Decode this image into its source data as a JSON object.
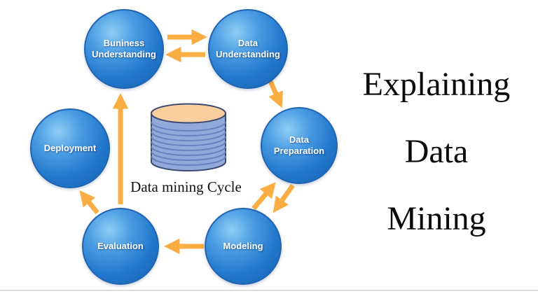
{
  "title_panel": {
    "lines": [
      "Explaining",
      "Data",
      "Mining"
    ],
    "full_text": "Explaining Data Mining"
  },
  "diagram": {
    "caption": "Data mining Cycle",
    "center_icon": "database-cylinder-icon",
    "nodes": [
      {
        "id": "business-understanding",
        "label": "Buniness Understanding"
      },
      {
        "id": "data-understanding",
        "label": "Data Understanding"
      },
      {
        "id": "data-preparation",
        "label": "Data Preparation"
      },
      {
        "id": "modeling",
        "label": "Modeling"
      },
      {
        "id": "evaluation",
        "label": "Evaluation"
      },
      {
        "id": "deployment",
        "label": "Deployment"
      }
    ],
    "edges": [
      {
        "from": "business-understanding",
        "to": "data-understanding"
      },
      {
        "from": "data-understanding",
        "to": "business-understanding"
      },
      {
        "from": "data-understanding",
        "to": "data-preparation"
      },
      {
        "from": "modeling",
        "to": "data-preparation"
      },
      {
        "from": "data-preparation",
        "to": "modeling"
      },
      {
        "from": "modeling",
        "to": "evaluation"
      },
      {
        "from": "evaluation",
        "to": "deployment"
      },
      {
        "from": "evaluation",
        "to": "business-understanding"
      }
    ]
  },
  "colors": {
    "background": "#ffffff",
    "arrow": "#f9ad42",
    "node-fill-light": "#8ecdf5",
    "node-border": "#2064b2",
    "cylinder-body": "#93a9d9",
    "cylinder-stripe": "#6b80bd",
    "cylinder-top": "#fbce9e",
    "cylinder-outline": "#3a4a72",
    "title-text": "#0a0a0a"
  }
}
